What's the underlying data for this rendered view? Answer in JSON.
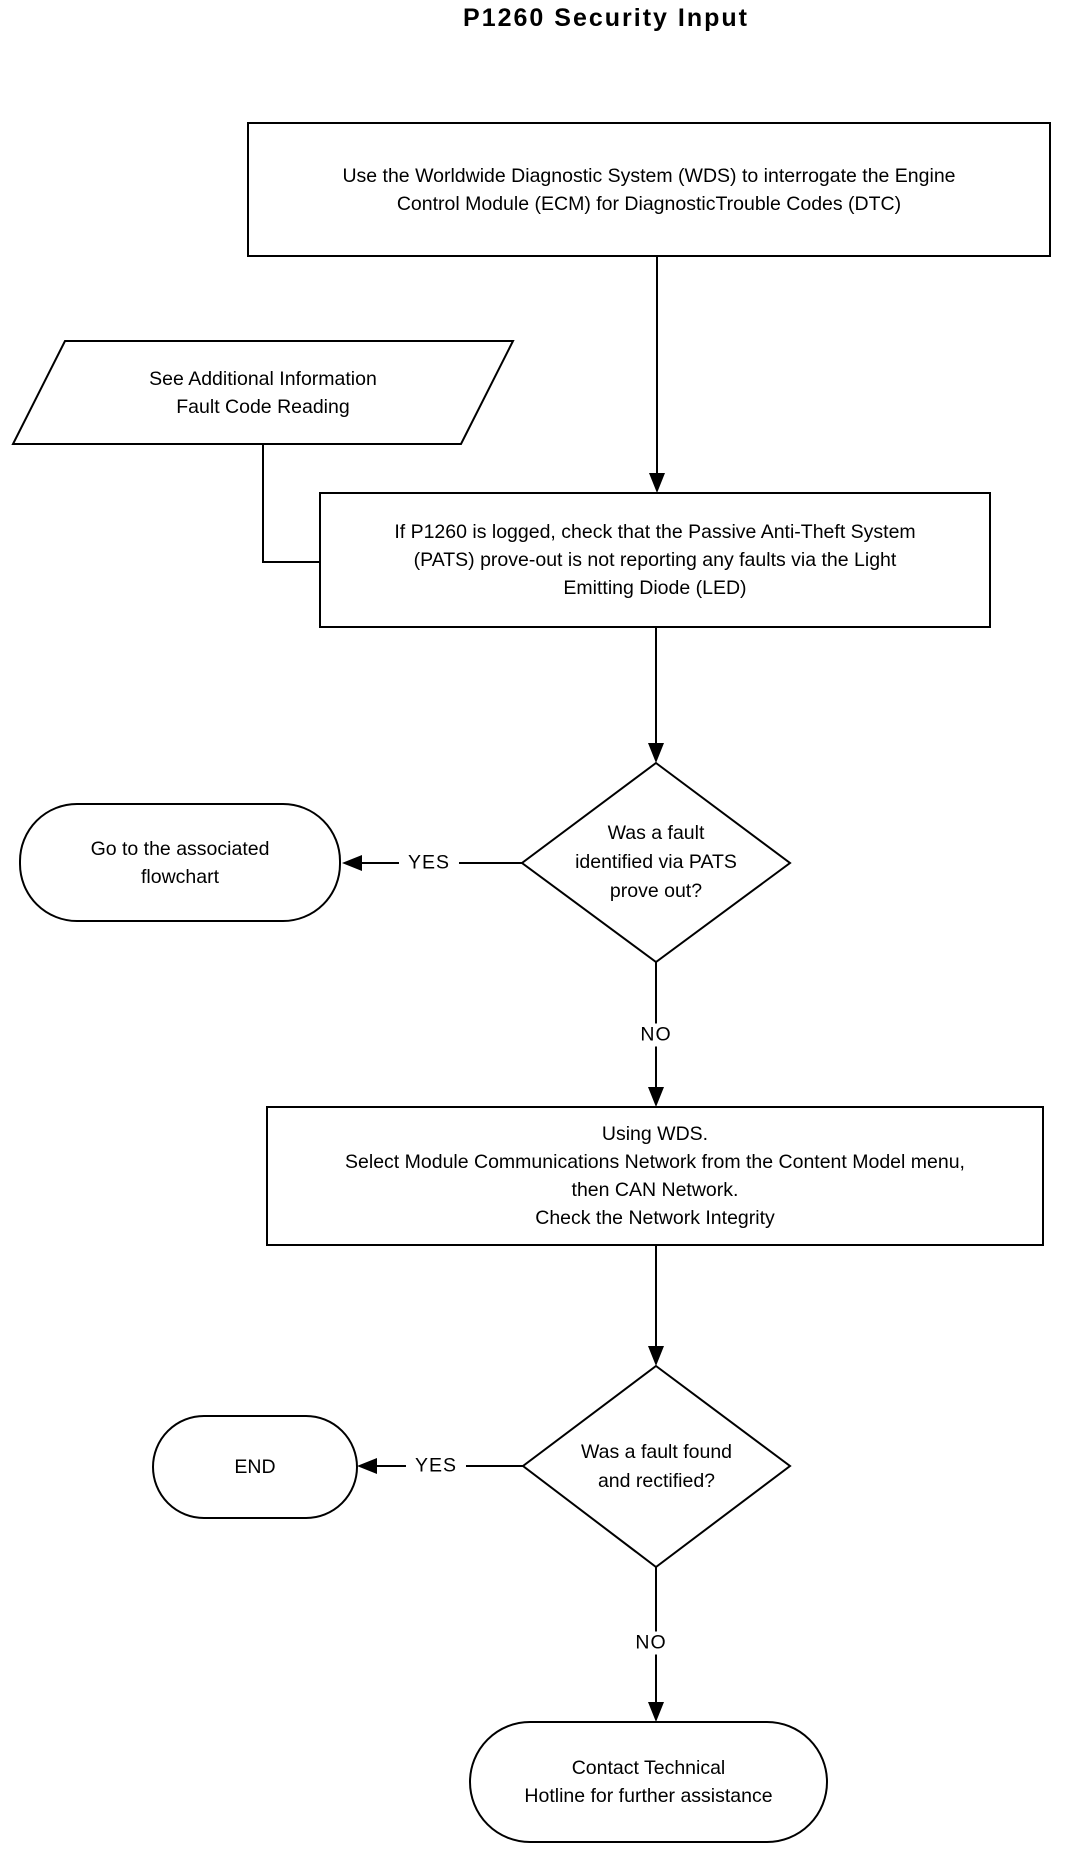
{
  "title": "P1260 Security Input",
  "nodes": {
    "box1": {
      "text": "Use the Worldwide Diagnostic System (WDS) to interrogate the Engine\nControl Module (ECM) for DiagnosticTrouble Codes (DTC)"
    },
    "info": {
      "text": "See Additional Information\nFault Code Reading"
    },
    "box2": {
      "text": "If P1260 is logged, check that the Passive Anti-Theft System\n(PATS) prove-out is not reporting any faults via the Light\nEmitting Diode (LED)"
    },
    "decision1": {
      "text": "Was a fault\nidentified via PATS\nprove out?"
    },
    "goto": {
      "text": "Go to the associated\nflowchart"
    },
    "box3": {
      "text": "Using WDS.\nSelect Module Communications Network from the Content Model menu,\nthen CAN Network.\nCheck the Network Integrity"
    },
    "decision2": {
      "text": "Was a fault found\nand rectified?"
    },
    "end": {
      "text": "END"
    },
    "contact": {
      "text": "Contact Technical\nHotline for further assistance"
    }
  },
  "labels": {
    "yes1": "YES",
    "no1": "NO",
    "yes2": "YES",
    "no2": "NO"
  },
  "colors": {
    "stroke": "#000000",
    "background": "#ffffff",
    "text": "#000000"
  }
}
